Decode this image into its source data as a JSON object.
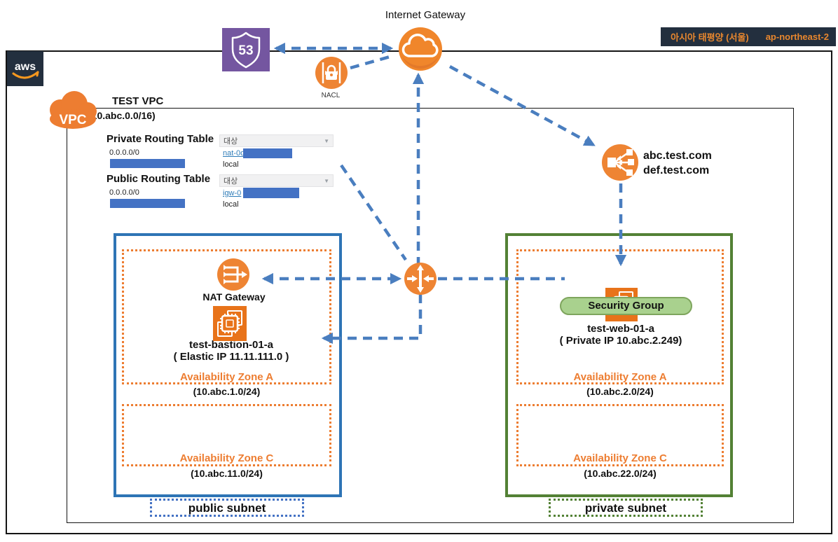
{
  "header": {
    "region_name": "아시아 태평양 (서울)",
    "region_code": "ap-northeast-2",
    "aws_logo_text": "aws",
    "internet_gateway_label": "Internet Gateway",
    "route53_number": "53",
    "nacl_label": "NACL"
  },
  "vpc": {
    "icon_text": "VPC",
    "name": "TEST VPC",
    "cidr": "(10.abc.0.0/16)"
  },
  "hosted_zone": {
    "domain_1": "abc.test.com",
    "domain_2": "def.test.com"
  },
  "routing_tables": {
    "private": {
      "title": "Private Routing Table",
      "target_header": "대상",
      "row1_destination": "0.0.0.0/0",
      "row1_target_link": "nat-0dd",
      "row2_target": "local"
    },
    "public": {
      "title": "Public Routing Table",
      "target_header": "대상",
      "row1_destination": "0.0.0.0/0",
      "row1_target_link": "igw-0",
      "row2_target": "local"
    }
  },
  "public_subnet": {
    "label": "public subnet",
    "nat_gateway_label": "NAT Gateway",
    "bastion_name": "test-bastion-01-a",
    "bastion_ip": "( Elastic IP 11.11.111.0 )",
    "az_a_label": "Availability Zone A",
    "az_a_cidr": "(10.abc.1.0/24)",
    "az_c_label": "Availability Zone C",
    "az_c_cidr": "(10.abc.11.0/24)"
  },
  "private_subnet": {
    "label": "private subnet",
    "security_group_label": "Security Group",
    "web_name": "test-web-01-a",
    "web_ip": "( Private IP 10.abc.2.249)",
    "az_a_label": "Availability Zone A",
    "az_a_cidr": "(10.abc.2.0/24)",
    "az_c_label": "Availability Zone C",
    "az_c_cidr": "(10.abc.22.0/24)"
  },
  "colors": {
    "arrow_blue": "#4A7EBF",
    "public_border_blue": "#2E74B5",
    "private_border_green": "#538135",
    "az_orange": "#ED7D31",
    "icon_orange": "#EE8433",
    "ec2_orange": "#E8731A",
    "route53_purple": "#7456A0",
    "redaction_blue": "#4472C4",
    "badge_bg": "#232F3E",
    "badge_text": "#E8872E",
    "security_group_fill": "#A9D18E"
  }
}
